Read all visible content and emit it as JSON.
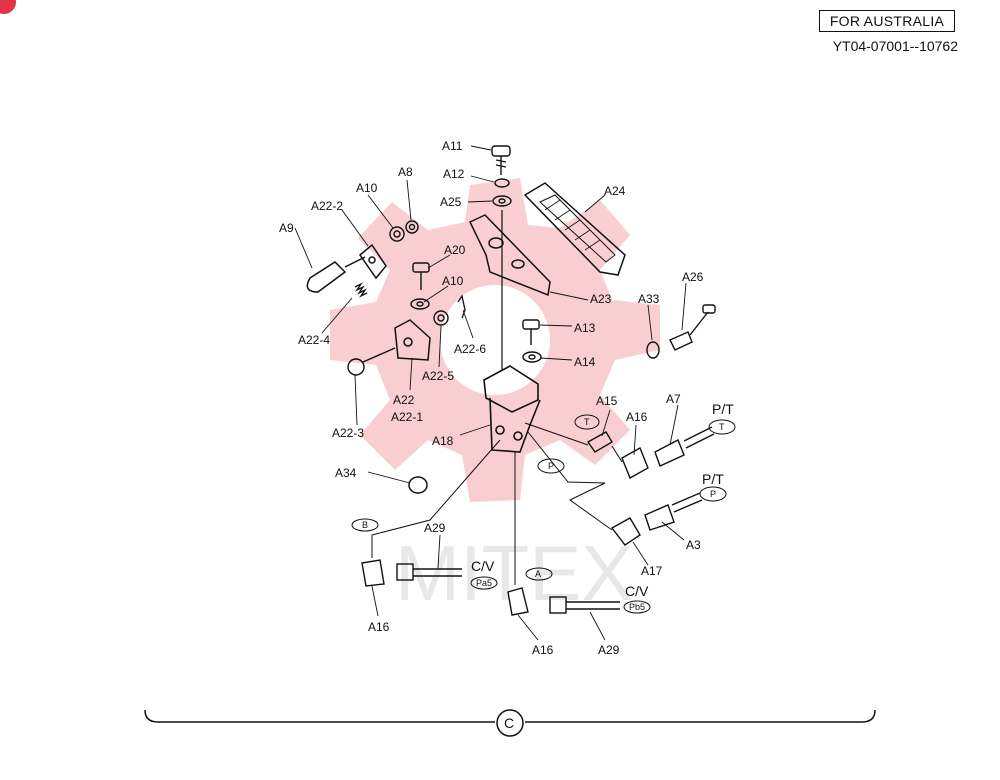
{
  "header": {
    "region": "FOR AUSTRALIA",
    "doc_number": "YT04-07001--10762"
  },
  "watermark": {
    "text": "MITEX",
    "color": "#e8232e"
  },
  "parts": {
    "A11": "A11",
    "A12": "A12",
    "A25": "A25",
    "A24": "A24",
    "A10": "A10",
    "A8": "A8",
    "A9": "A9",
    "A22_2": "A22-2",
    "A20": "A20",
    "A10b": "A10",
    "A26": "A26",
    "A22_4": "A22-4",
    "A22_6": "A22-6",
    "A23": "A23",
    "A33": "A33",
    "A13": "A13",
    "A14": "A14",
    "A22_5": "A22-5",
    "A22": "A22",
    "A22_1": "A22-1",
    "A15": "A15",
    "A16a": "A16",
    "A7": "A7",
    "A22_3": "A22-3",
    "A18": "A18",
    "A34": "A34",
    "A3": "A3",
    "A17": "A17",
    "A29a": "A29",
    "A16b": "A16",
    "A16c": "A16",
    "A29b": "A29"
  },
  "ports": {
    "T": "T",
    "P": "P",
    "B": "B",
    "A": "A",
    "PT1": "P/T",
    "PT2": "P/T",
    "CV1": "C/V",
    "CV2": "C/V",
    "T_tag": "T",
    "P_tag": "P",
    "Pa5": "Pa5",
    "Pb5": "Pb5"
  },
  "section": {
    "marker": "C"
  }
}
